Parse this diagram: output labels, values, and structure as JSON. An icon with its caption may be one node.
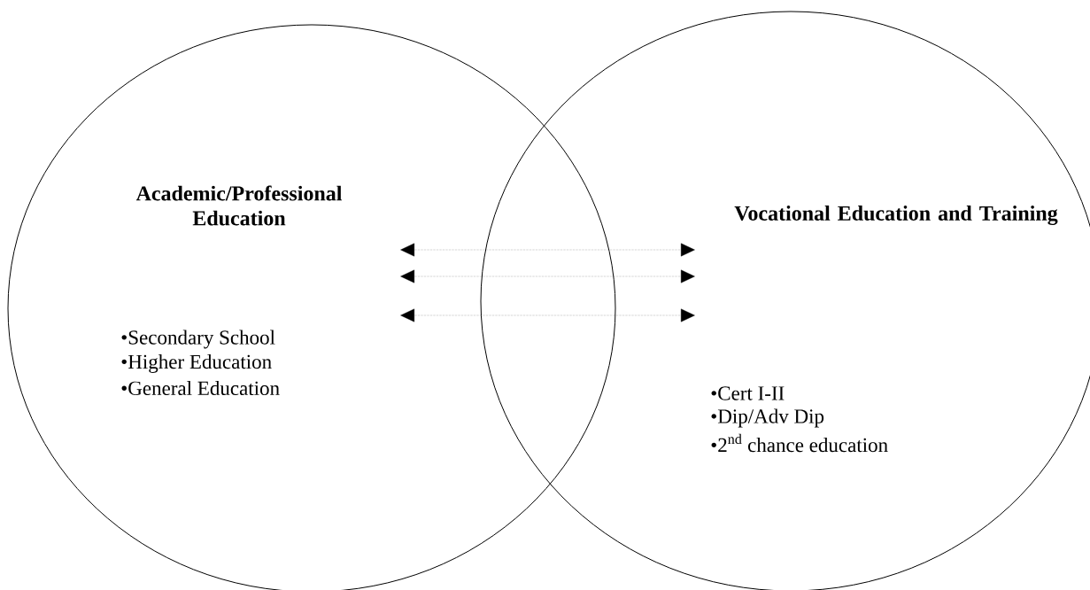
{
  "diagram": {
    "nodes": [
      {
        "text": [
          "Academic/Professional Education",
          "•Secondary School",
          "•Higher Education",
          "•General Education"
        ]
      },
      {
        "text": [
          "Vocational Education and Training",
          "•Cert I-II",
          "•Dip/Adv Dip",
          "•2$^{nd}$ chance education"
        ]
      }
    ],
    "edges": [
      {
        "from": 0,
        "to": 1,
        "arrow": "both",
        "style": "dashed"
      },
      {
        "from": 0,
        "to": 1,
        "arrow": "both",
        "style": "dashed"
      },
      {
        "from": 0,
        "to": 1,
        "arrow": "both",
        "style": "dashed"
      }
    ]
  }
}
